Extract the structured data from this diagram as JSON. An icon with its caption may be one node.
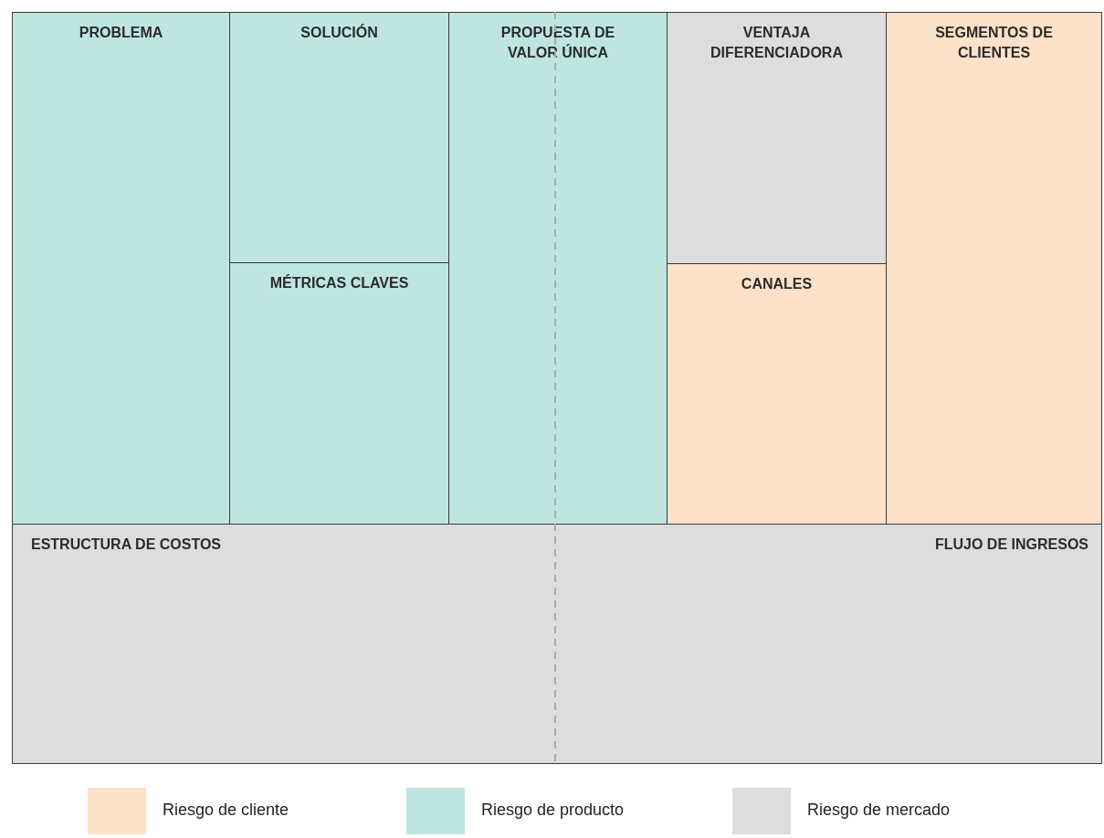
{
  "diagram": {
    "nodes": [
      {
        "text": [
          "PROBLEMA"
        ]
      },
      {
        "text": [
          "SOLUCIÓN"
        ]
      },
      {
        "text": [
          "PROPUESTA DE VALOR ÚNICA"
        ]
      },
      {
        "text": [
          "VENTAJA DIFERENCIADORA"
        ]
      },
      {
        "text": [
          "SEGMENTOS DE CLIENTES"
        ]
      },
      {
        "text": [
          "MÉTRICAS CLAVES"
        ]
      },
      {
        "text": [
          "CANALES"
        ]
      },
      {
        "text": [
          "ESTRUCTURA DE COSTOS"
        ]
      },
      {
        "text": [
          "FLUJO DE INGRESOS"
        ]
      }
    ],
    "legend": [
      {
        "text": "Riesgo de cliente",
        "color": "#fde1c9"
      },
      {
        "text": "Riesgo de producto",
        "color": "#bfe5e1"
      },
      {
        "text": "Riesgo de mercado",
        "color": "#dddddd"
      }
    ]
  }
}
